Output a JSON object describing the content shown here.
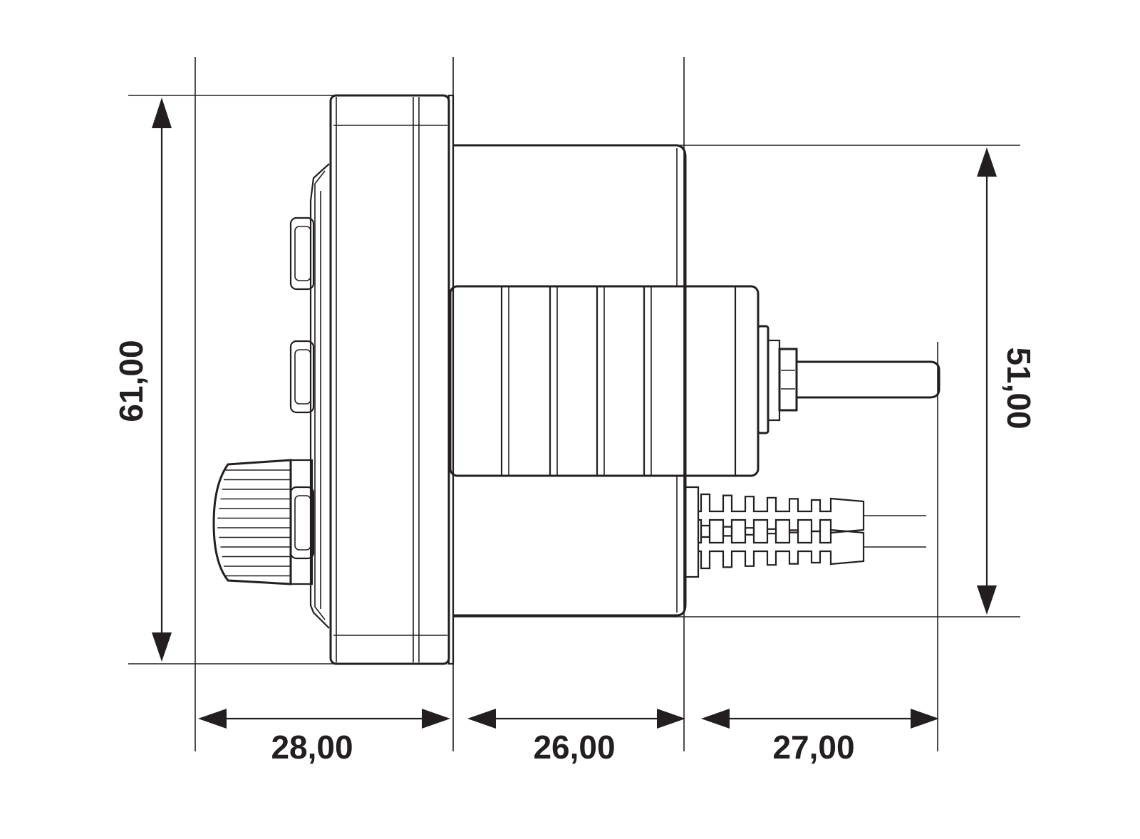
{
  "drawing": {
    "stroke_color": "#231f20",
    "background": "#ffffff",
    "dimensions": {
      "height_total": "61,00",
      "height_body": "51,00",
      "width_front": "28,00",
      "width_body": "26,00",
      "width_shaft": "27,00"
    }
  }
}
